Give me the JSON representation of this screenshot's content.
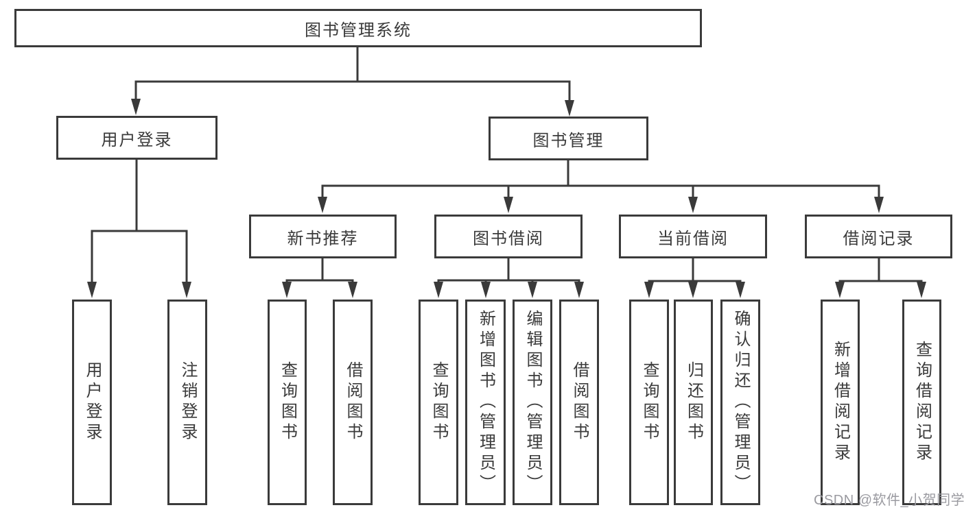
{
  "diagram": {
    "type": "hierarchy",
    "tree": {
      "label": "图书管理系统",
      "children": [
        {
          "label": "用户登录",
          "children": [
            {
              "label": "用户登录"
            },
            {
              "label": "注销登录"
            }
          ]
        },
        {
          "label": "图书管理",
          "children": [
            {
              "label": "新书推荐",
              "children": [
                {
                  "label": "查询图书"
                },
                {
                  "label": "借阅图书"
                }
              ]
            },
            {
              "label": "图书借阅",
              "children": [
                {
                  "label": "查询图书"
                },
                {
                  "label": "新增图书（管理员）"
                },
                {
                  "label": "编辑图书（管理员）"
                },
                {
                  "label": "借阅图书"
                }
              ]
            },
            {
              "label": "当前借阅",
              "children": [
                {
                  "label": "查询图书"
                },
                {
                  "label": "归还图书"
                },
                {
                  "label": "确认归还（管理员）"
                }
              ]
            },
            {
              "label": "借阅记录",
              "children": [
                {
                  "label": "新增借阅记录"
                },
                {
                  "label": "查询借阅记录"
                }
              ]
            }
          ]
        }
      ]
    }
  },
  "watermark": {
    "text": "CSDN @软件_小贺同学",
    "color": "#9a9aa0"
  },
  "colors": {
    "line": "#3a3a3a",
    "text": "#3a3a3a",
    "box_background": "#ffffff",
    "page_background": "#ffffff"
  }
}
